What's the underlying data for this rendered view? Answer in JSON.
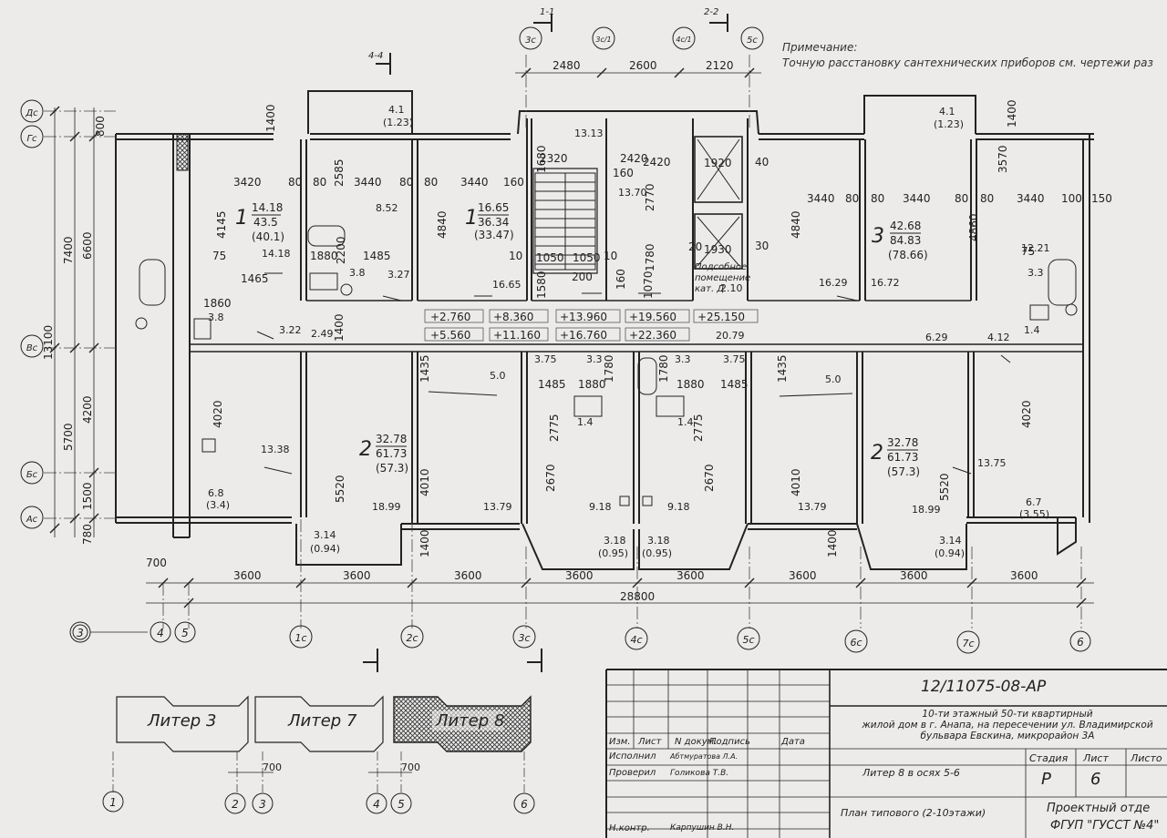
{
  "drawing": {
    "code": "12/11075-08-АР",
    "note_title": "Примечание:",
    "note_text": "Точную расстановку сантехнических приборов см. чертежи раз",
    "title_lines": [
      "10-ти этажный 50-ти квартирный",
      "жилой дом в г. Анапа, на пересечении ул. Владимирской",
      "бульвара Евскина, микрорайон 3А"
    ],
    "sheet_desc": "Литер 8 в осях 5-6",
    "sheet_plan": "План типового (2-10этажи)",
    "stage_h": "Стадия",
    "sheet_h": "Лист",
    "sheets_h": "Листо",
    "stage": "Р",
    "sheet": "6",
    "org_1": "Проектный отде",
    "org_2": "ФГУП \"ГУССТ №4\"",
    "stamp_headers": [
      "Изм.",
      "Лист",
      "N докум.",
      "Подпись",
      "Дата"
    ],
    "stamp_rows": [
      {
        "role": "Исполнил",
        "name": "Абтмуратова Л.А."
      },
      {
        "role": "Проверил",
        "name": "Голикова Т.В."
      },
      {
        "role": "Н.контр.",
        "name": "Карпушин В.Н."
      }
    ]
  },
  "axes": {
    "bottom": [
      "3",
      "4",
      "5",
      "1с",
      "2с",
      "3с",
      "4с",
      "5с",
      "6с",
      "7с",
      "6"
    ],
    "top": [
      "3с",
      "3с/1",
      "4с/1",
      "5с"
    ],
    "left": [
      "Дс",
      "Гс",
      "Вс",
      "Бс",
      "Ас"
    ]
  },
  "dimensions": {
    "bottom_spans": [
      "700",
      "3600",
      "3600",
      "3600",
      "3600",
      "3600",
      "3600",
      "3600",
      "3600"
    ],
    "total": "28800",
    "top_spans": [
      "2480",
      "2600",
      "2120"
    ],
    "left_outer": [
      "13100"
    ],
    "left_mid": [
      "7400",
      "5700"
    ],
    "left_inner": [
      "800",
      "6600",
      "4200",
      "1500",
      "780",
      "1400"
    ],
    "inner": [
      "3420",
      "80",
      "80",
      "3440",
      "80",
      "80",
      "3440",
      "160",
      "3440",
      "80",
      "80",
      "3440",
      "80",
      "80",
      "3440",
      "100",
      "150",
      "2585",
      "4145",
      "4840",
      "4840",
      "4860",
      "3570",
      "1400",
      "1880",
      "1485",
      "1465",
      "2200",
      "1400",
      "1860",
      "4020",
      "4020",
      "5520",
      "5520",
      "4010",
      "4010",
      "2775",
      "2775",
      "2670",
      "2670",
      "1400",
      "1400",
      "1435",
      "1435",
      "1780",
      "1780",
      "1880",
      "1880",
      "1485",
      "1485",
      "1050",
      "1050",
      "2320",
      "2420",
      "2420",
      "2770",
      "1920",
      "1930",
      "1780",
      "1680",
      "1580",
      "1070",
      "200",
      "160",
      "160",
      "40",
      "30",
      "20",
      "10",
      "10",
      "75",
      "75"
    ]
  },
  "sections": [
    "1-1",
    "2-2",
    "4-4"
  ],
  "elevations": [
    "+2.760",
    "+5.560",
    "+8.360",
    "+11.160",
    "+13.960",
    "+16.760",
    "+19.560",
    "+22.360",
    "+25.150"
  ],
  "apartments": [
    {
      "num": "1",
      "a": "14.18",
      "b": "43.5",
      "c": "(40.1)"
    },
    {
      "num": "1",
      "a": "16.65",
      "b": "36.34",
      "c": "(33.47)"
    },
    {
      "num": "3",
      "a": "42.68",
      "b": "84.83",
      "c": "(78.66)"
    },
    {
      "num": "2",
      "a": "32.78",
      "b": "61.73",
      "c": "(57.3)"
    },
    {
      "num": "2",
      "a": "32.78",
      "b": "61.73",
      "c": "(57.3)"
    }
  ],
  "room_areas": [
    "8.52",
    "14.18",
    "3.8",
    "3.27",
    "16.65",
    "13.13",
    "13.70",
    "16.29",
    "16.72",
    "12.21",
    "3.3",
    "3.22",
    "3.8",
    "2.49",
    "5.0",
    "5.0",
    "3.75",
    "3.3",
    "3.3",
    "3.75",
    "1.4",
    "1.4",
    "1.4",
    "20.79",
    "6.29",
    "4.12",
    "13.38",
    "6.8",
    "(3.4)",
    "18.99",
    "13.79",
    "9.18",
    "9.18",
    "13.79",
    "18.99",
    "13.75",
    "6.7",
    "(3.55)",
    "4.1",
    "(1.23)",
    "4.1",
    "(1.23)",
    "3.14",
    "(0.94)",
    "3.18",
    "(0.95)",
    "3.18",
    "(0.95)",
    "3.14",
    "(0.94)",
    "2.10"
  ],
  "lodge_note": [
    "Подсобное",
    "помещение",
    "кат. Д"
  ],
  "key_plan": [
    "Литер 3",
    "Литер 7",
    "Литер 8"
  ],
  "key_axes": [
    "1",
    "2",
    "3",
    "4",
    "5",
    "6"
  ],
  "key_dims": [
    "700",
    "700"
  ],
  "colors": {
    "paper": "#ecebea",
    "ink": "#222222",
    "hatch": "#555555"
  }
}
